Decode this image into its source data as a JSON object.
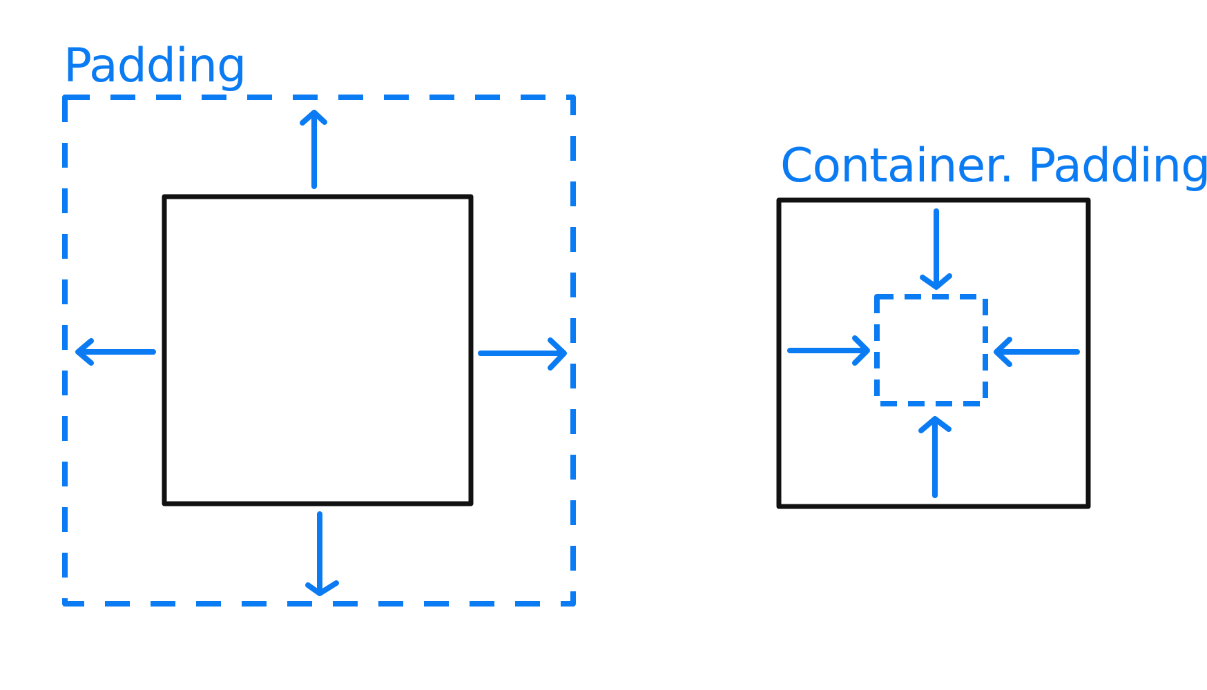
{
  "colors": {
    "accent": "#0a7bf2",
    "outline": "#111111",
    "background": "#ffffff"
  },
  "left_panel": {
    "title": "Padding",
    "arrow_direction": "outward"
  },
  "right_panel": {
    "title": "Container. Padding",
    "arrow_direction": "inward"
  }
}
